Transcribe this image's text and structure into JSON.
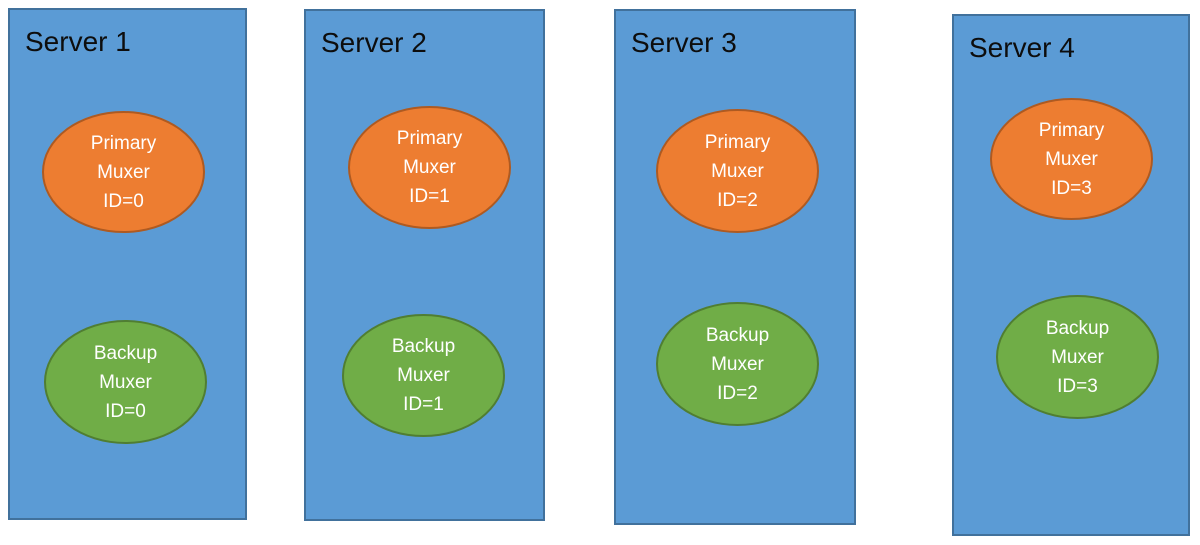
{
  "servers": [
    {
      "title": "Server 1",
      "primary": {
        "line1": "Primary",
        "line2": "Muxer",
        "line3": "ID=0"
      },
      "backup": {
        "line1": "Backup",
        "line2": "Muxer",
        "line3": "ID=0"
      }
    },
    {
      "title": "Server 2",
      "primary": {
        "line1": "Primary",
        "line2": "Muxer",
        "line3": "ID=1"
      },
      "backup": {
        "line1": "Backup",
        "line2": "Muxer",
        "line3": "ID=1"
      }
    },
    {
      "title": "Server 3",
      "primary": {
        "line1": "Primary",
        "line2": "Muxer",
        "line3": "ID=2"
      },
      "backup": {
        "line1": "Backup",
        "line2": "Muxer",
        "line3": "ID=2"
      }
    },
    {
      "title": "Server 4",
      "primary": {
        "line1": "Primary",
        "line2": "Muxer",
        "line3": "ID=3"
      },
      "backup": {
        "line1": "Backup",
        "line2": "Muxer",
        "line3": "ID=3"
      }
    }
  ],
  "colors": {
    "server_fill": "#5b9bd5",
    "server_border": "#41719c",
    "primary_fill": "#ed7d31",
    "backup_fill": "#70ad47",
    "text_on_node": "#ffffff"
  }
}
